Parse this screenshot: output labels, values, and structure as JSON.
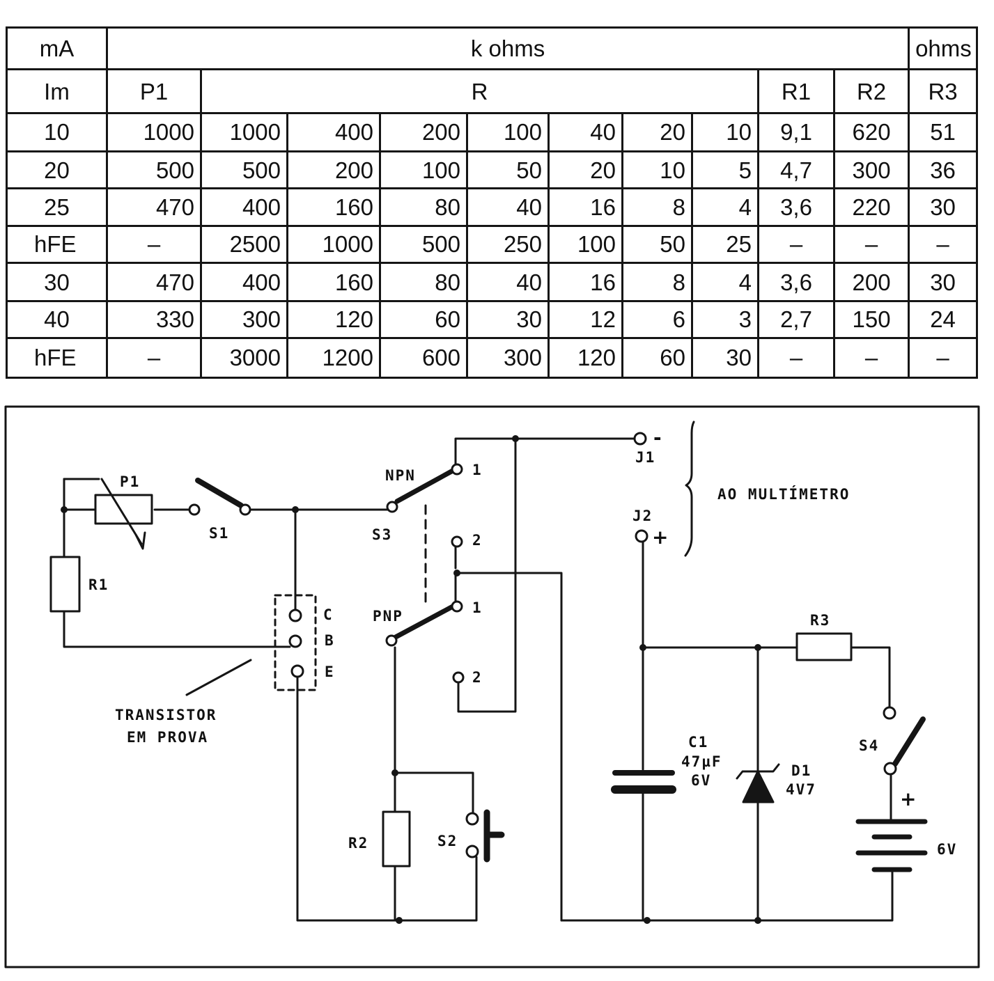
{
  "table": {
    "units": {
      "ma": "mA",
      "kohms": "k ohms",
      "ohms": "ohms"
    },
    "headers": {
      "im": "Im",
      "p1": "P1",
      "r": "R",
      "r1": "R1",
      "r2": "R2",
      "r3": "R3"
    },
    "rows": [
      {
        "im": "10",
        "p1": "1000",
        "r": [
          "1000",
          "400",
          "200",
          "100",
          "40",
          "20",
          "10"
        ],
        "r1": "9,1",
        "r2": "620",
        "r3": "51"
      },
      {
        "im": "20",
        "p1": "500",
        "r": [
          "500",
          "200",
          "100",
          "50",
          "20",
          "10",
          "5"
        ],
        "r1": "4,7",
        "r2": "300",
        "r3": "36"
      },
      {
        "im": "25",
        "p1": "470",
        "r": [
          "400",
          "160",
          "80",
          "40",
          "16",
          "8",
          "4"
        ],
        "r1": "3,6",
        "r2": "220",
        "r3": "30"
      },
      {
        "label": "hFE",
        "p1": "–",
        "r": [
          "2500",
          "1000",
          "500",
          "250",
          "100",
          "50",
          "25"
        ],
        "r1": "–",
        "r2": "–",
        "r3": "–"
      },
      {
        "im": "30",
        "p1": "470",
        "r": [
          "400",
          "160",
          "80",
          "40",
          "16",
          "8",
          "4"
        ],
        "r1": "3,6",
        "r2": "200",
        "r3": "30"
      },
      {
        "im": "40",
        "p1": "330",
        "r": [
          "300",
          "120",
          "60",
          "30",
          "12",
          "6",
          "3"
        ],
        "r1": "2,7",
        "r2": "150",
        "r3": "24"
      },
      {
        "label": "hFE",
        "p1": "–",
        "r": [
          "3000",
          "1200",
          "600",
          "300",
          "120",
          "60",
          "30"
        ],
        "r1": "–",
        "r2": "–",
        "r3": "–"
      }
    ]
  },
  "schematic": {
    "labels": {
      "p1": "P1",
      "r1": "R1",
      "s1": "S1",
      "s3": "S3",
      "npn": "NPN",
      "pnp": "PNP",
      "pos1_top": "1",
      "pos2_top": "2",
      "pos1_bottom": "1",
      "pos2_bottom": "2",
      "j1": "J1",
      "j2": "J2",
      "minus": "-",
      "plus": "+",
      "ao_multimetro": "AO  MULTÍMETRO",
      "c": "C",
      "b": "B",
      "e": "E",
      "transistor": "TRANSISTOR",
      "em_prova": "EM   PROVA",
      "r2": "R2",
      "s2": "S2",
      "c1": "C1",
      "c1_value": "47µF",
      "c1_voltage": "6V",
      "d1": "D1",
      "d1_value": "4V7",
      "r3": "R3",
      "s4": "S4",
      "battery_plus": "+",
      "battery_voltage": "6V"
    }
  }
}
